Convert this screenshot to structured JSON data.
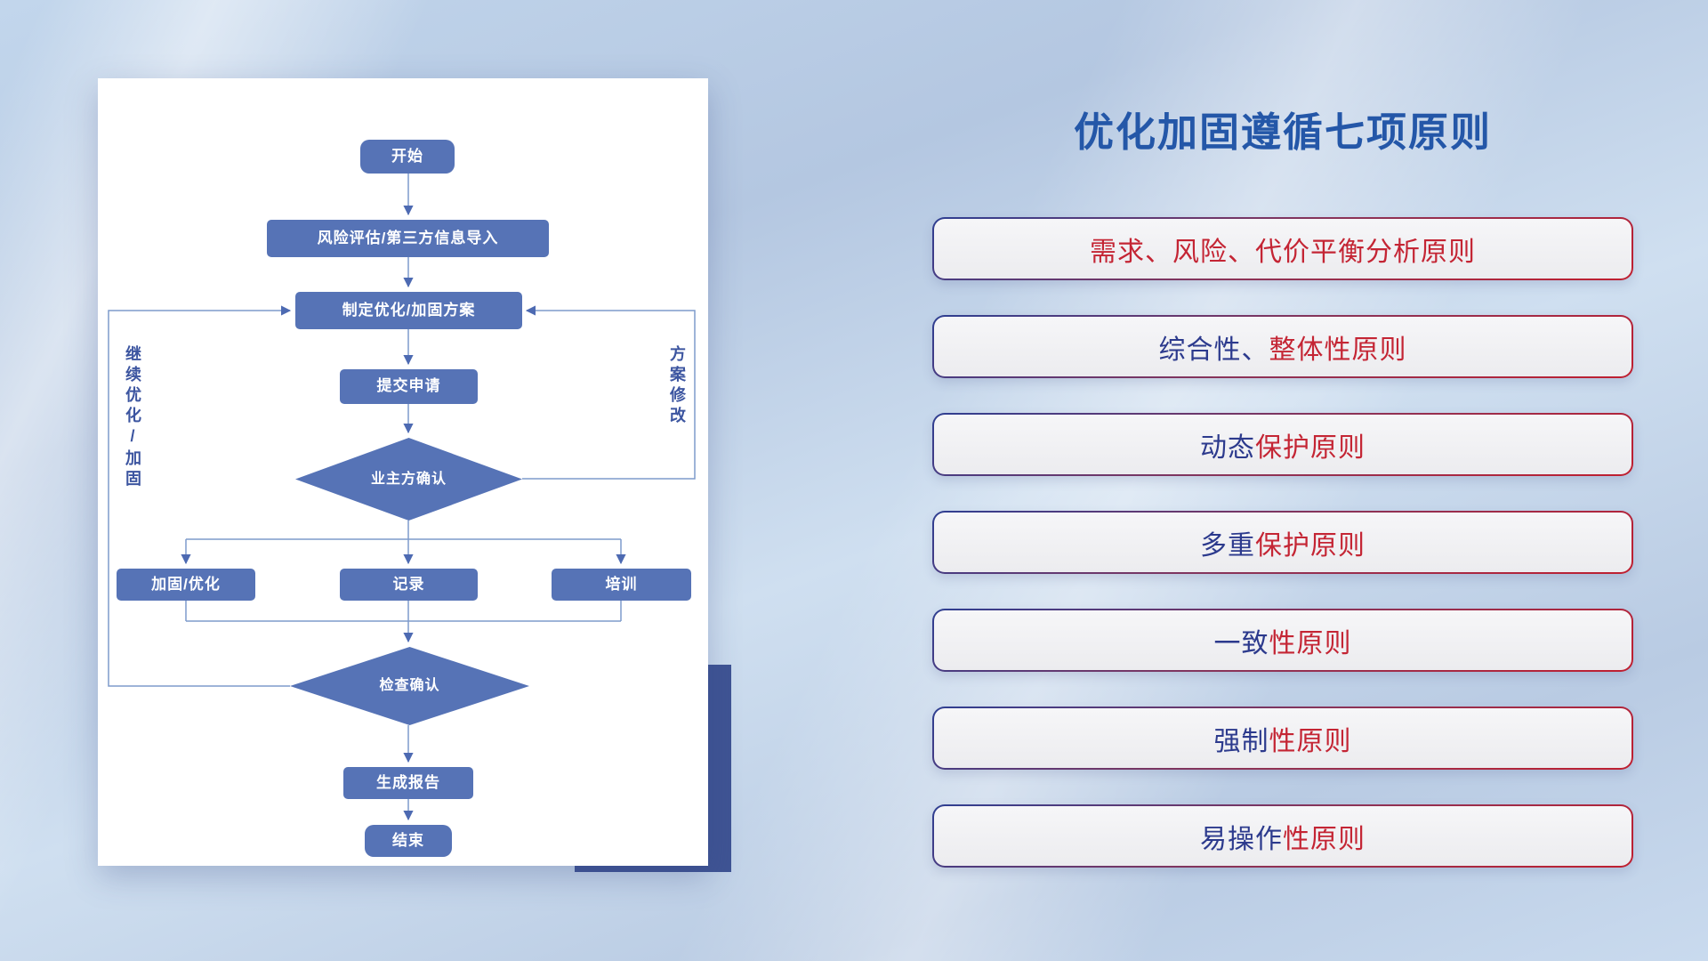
{
  "title": "优化加固遵循七项原则",
  "flowchart": {
    "nodes": {
      "start": "开始",
      "risk_import": "风险评估/第三方信息导入",
      "make_plan": "制定优化/加固方案",
      "submit": "提交申请",
      "owner_confirm": "业主方确认",
      "reinforce": "加固/优化",
      "record": "记录",
      "training": "培训",
      "check_confirm": "检查确认",
      "report": "生成报告",
      "end": "结束"
    },
    "edge_labels": {
      "continue_loop": "继续优化/加固",
      "plan_revision": "方案修改"
    }
  },
  "principles": {
    "items": [
      {
        "part1": "",
        "part2": "需求、风险、代价平衡分析原则"
      },
      {
        "part1": "综合性、",
        "part2": "整体性原则"
      },
      {
        "part1": "动态",
        "part2": "保护原则"
      },
      {
        "part1": "多重",
        "part2": "保护原则"
      },
      {
        "part1": "一致",
        "part2": "性原则"
      },
      {
        "part1": "强制",
        "part2": "性原则"
      },
      {
        "part1": "易操作",
        "part2": "性原则"
      }
    ]
  },
  "colors": {
    "title_blue": "#2457a8",
    "node_blue": "#5673b6",
    "connector_blue": "#7e9bcc",
    "principle_navy": "#2c3a8d",
    "principle_red": "#c42534",
    "back_accent_navy": "#3f5494",
    "principle_card_bg": "#f0f0f3"
  }
}
